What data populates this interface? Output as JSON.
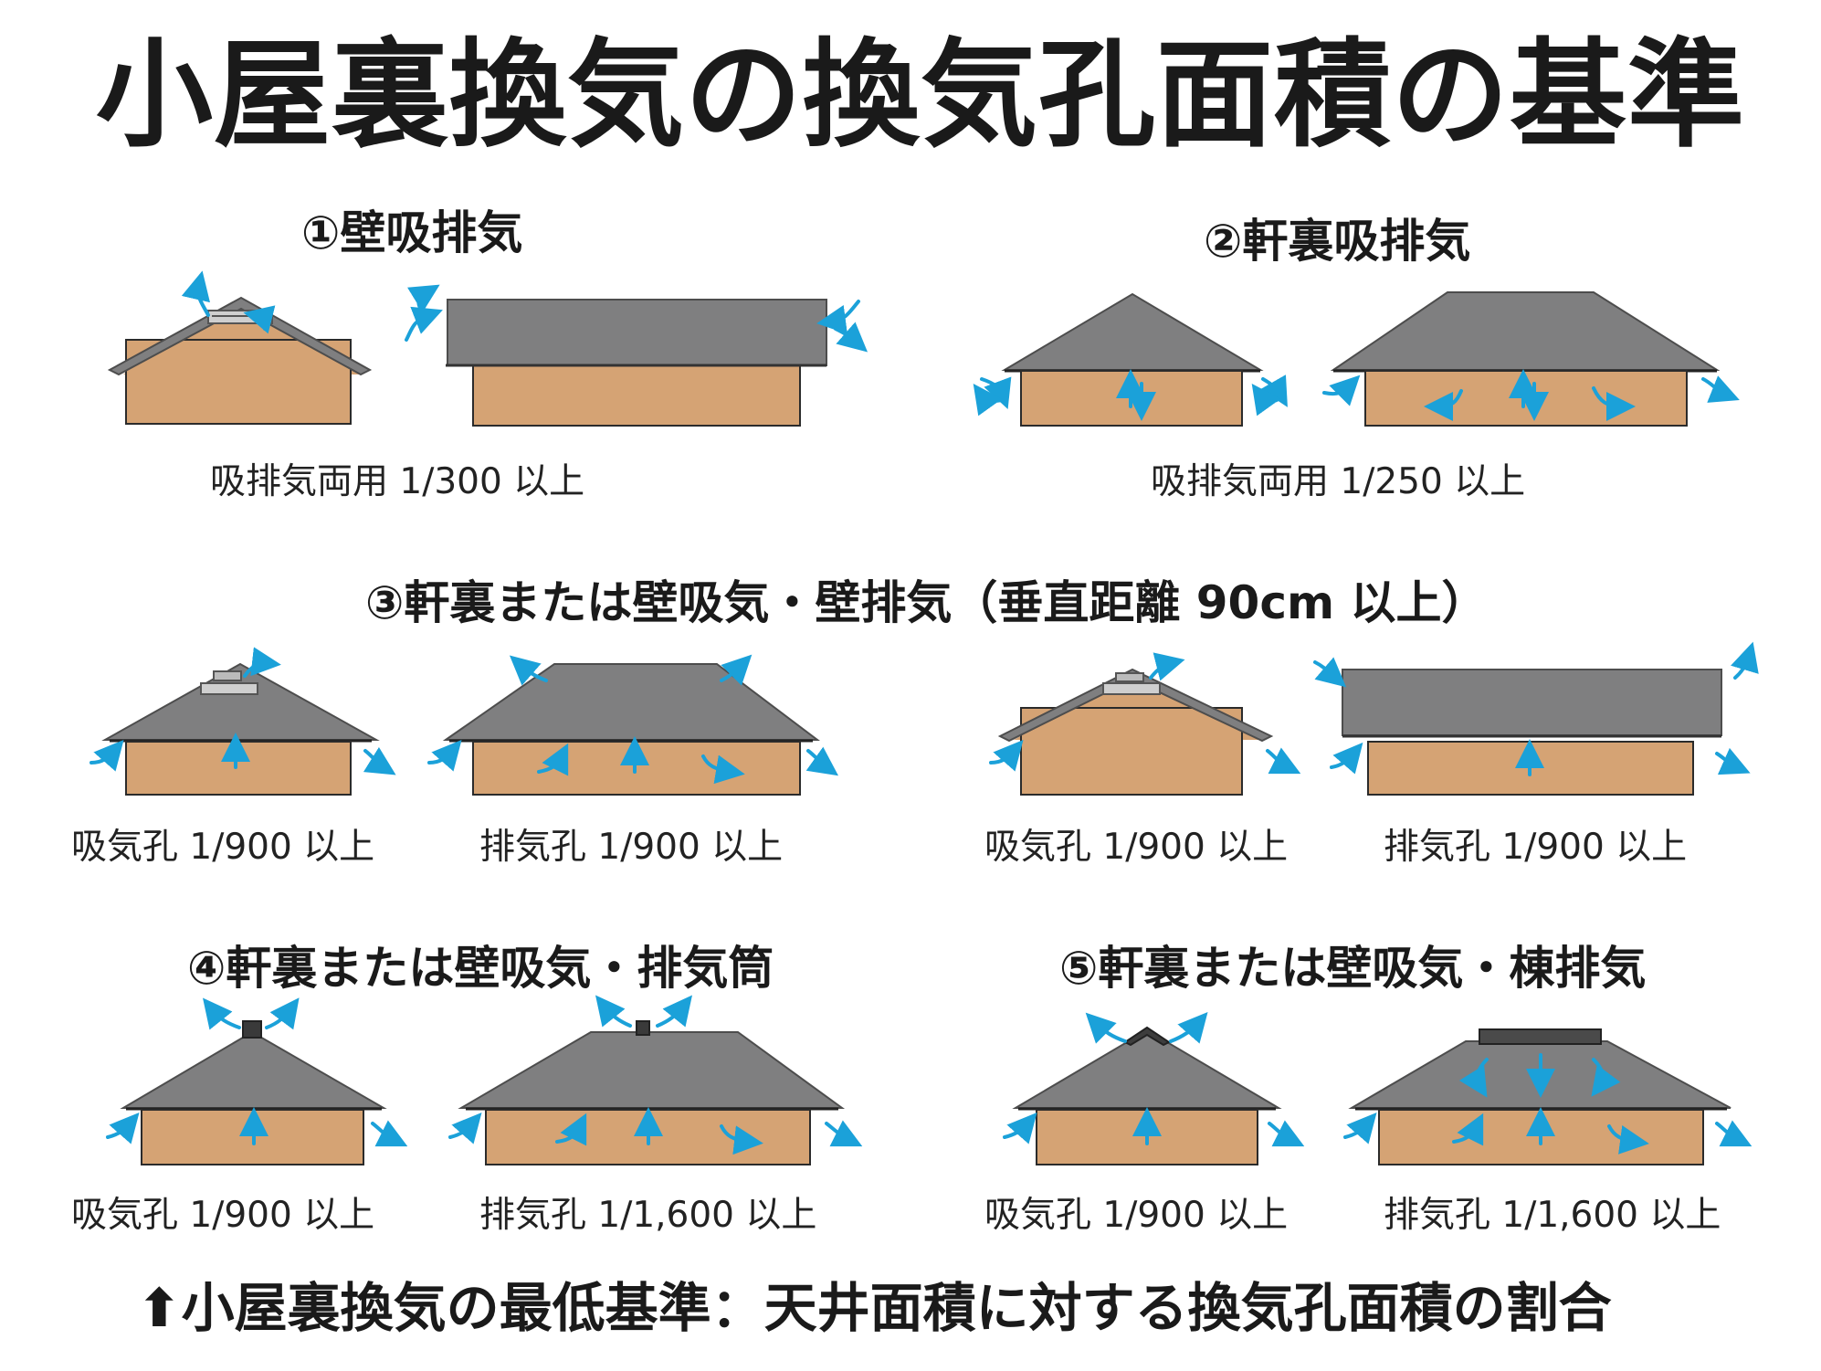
{
  "title": "小屋裏換気の換気孔面積の基準",
  "sections": [
    {
      "heading": "①壁吸排気",
      "captions": [
        "吸排気両用 1/300 以上"
      ]
    },
    {
      "heading": "②軒裏吸排気",
      "captions": [
        "吸排気両用 1/250 以上"
      ]
    },
    {
      "heading": "③軒裏または壁吸気・壁排気（垂直距離 90cm 以上）",
      "captions": [
        "吸気孔 1/900 以上",
        "排気孔 1/900 以上",
        "吸気孔 1/900 以上",
        "排気孔 1/900 以上"
      ]
    },
    {
      "heading": "④軒裏または壁吸気・排気筒",
      "captions": [
        "吸気孔 1/900 以上",
        "排気孔 1/1,600 以上"
      ]
    },
    {
      "heading": "⑤軒裏または壁吸気・棟排気",
      "captions": [
        "吸気孔 1/900 以上",
        "排気孔 1/1,600 以上"
      ]
    }
  ],
  "footer": {
    "arrow": "⬆",
    "text": "小屋裏換気の最低基準：天井面積に対する換気孔面積の割合"
  },
  "colors": {
    "roof": "#7f7f80",
    "roof_edge": "#4d4d4d",
    "wall": "#d5a374",
    "wall_edge": "#2b2b2b",
    "arrow": "#1ba1d9",
    "vent": "#555555"
  }
}
